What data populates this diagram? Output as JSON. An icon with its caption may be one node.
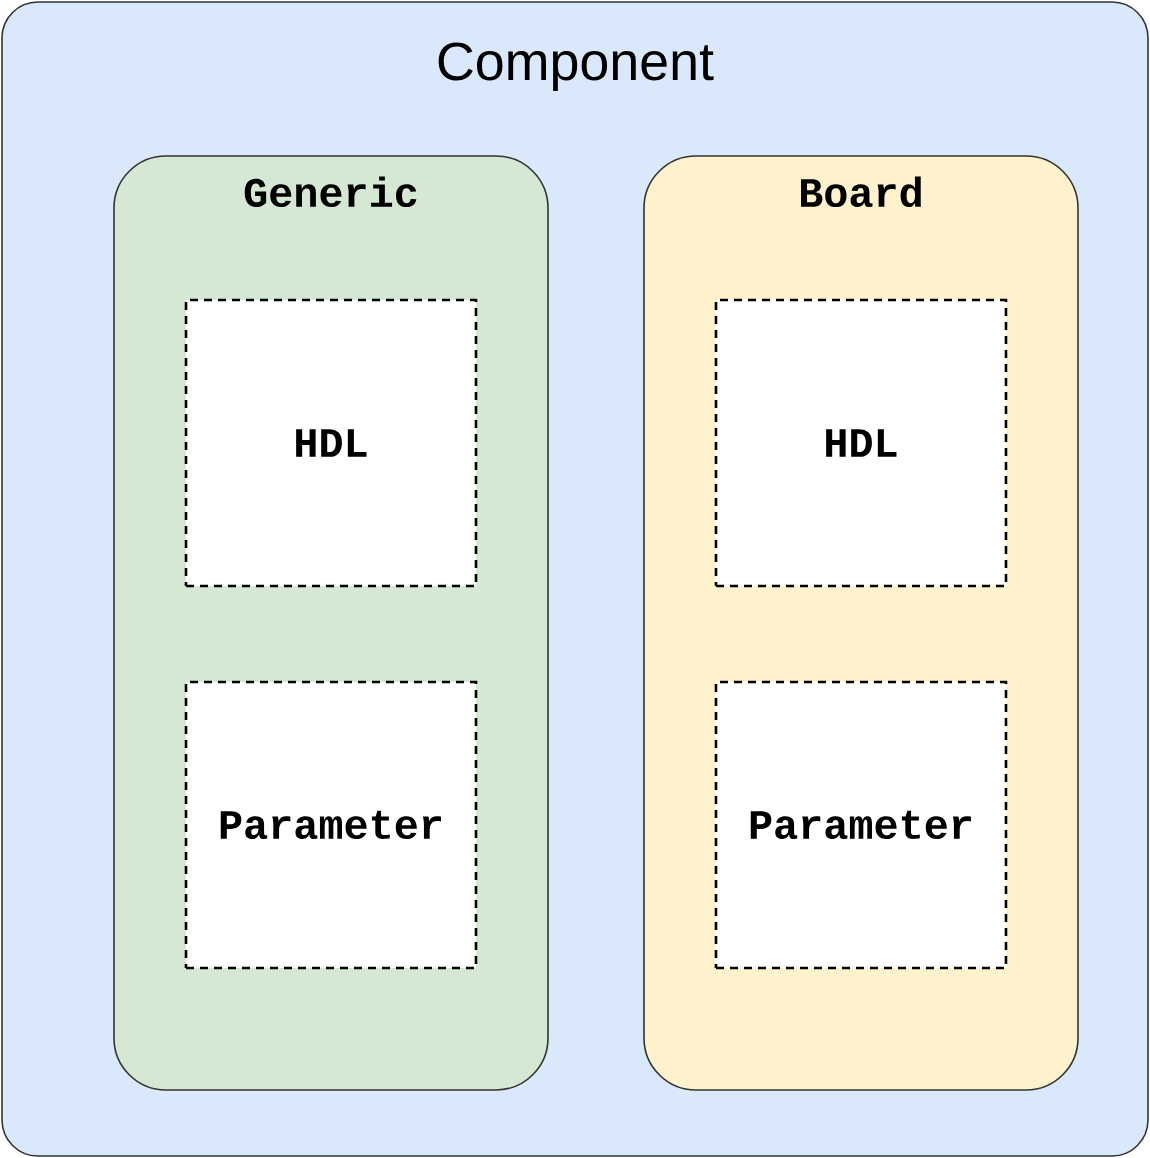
{
  "diagram": {
    "nodes": [
      {
        "text": [
          "Component"
        ]
      },
      {
        "text": [
          "Generic"
        ],
        "in": 0
      },
      {
        "text": [
          "HDL"
        ],
        "in": 1
      },
      {
        "text": [
          "Parameter"
        ],
        "in": 1
      },
      {
        "text": [
          "Board"
        ],
        "in": 0
      },
      {
        "text": [
          "HDL"
        ],
        "in": 4
      },
      {
        "text": [
          "Parameter"
        ],
        "in": 4
      }
    ]
  }
}
